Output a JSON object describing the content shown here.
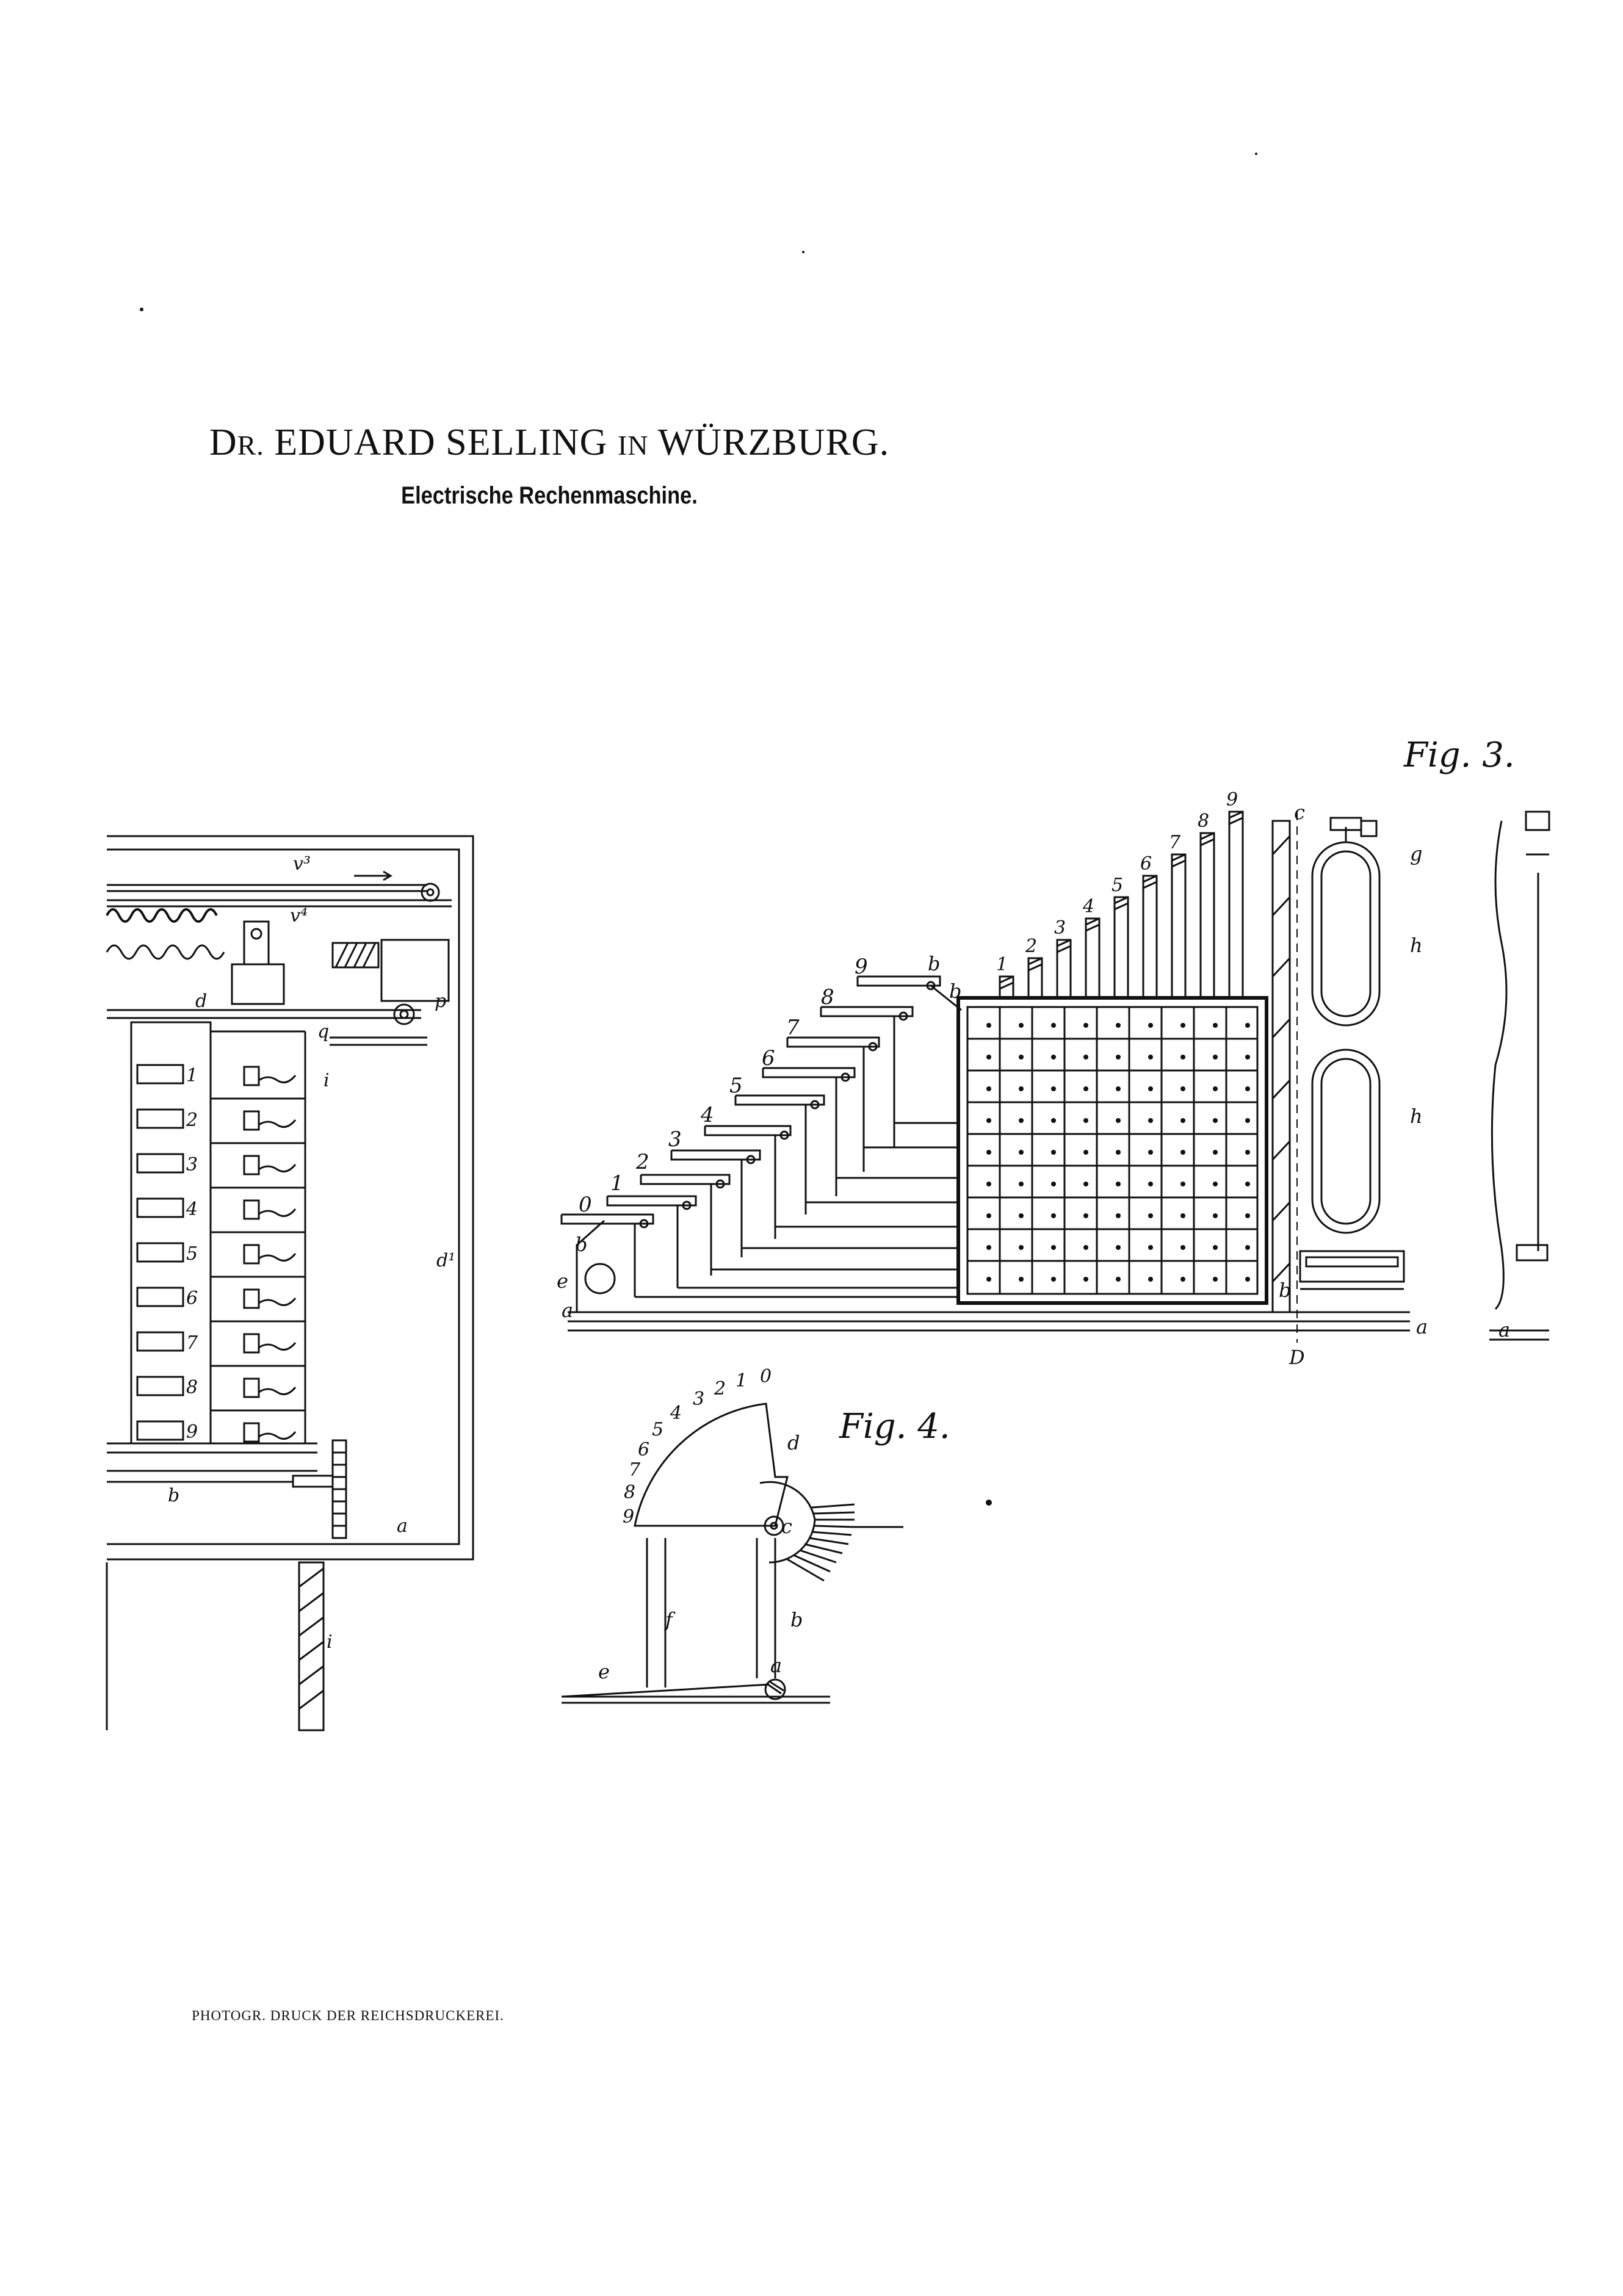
{
  "header": {
    "title_prefix_big": "D",
    "title_prefix_small": "R.",
    "title_name": "EDUARD SELLING",
    "title_in": "IN",
    "title_city": "WÜRZBURG.",
    "subtitle": "Electrische Rechenmaschine."
  },
  "figures": {
    "fig3_label": "Fig. 3.",
    "fig4_label": "Fig. 4."
  },
  "fig2_keys": [
    "1",
    "2",
    "3",
    "4",
    "5",
    "6",
    "7",
    "8",
    "9"
  ],
  "fig2_letters": {
    "v3": "v³",
    "v4": "v⁴",
    "d": "d",
    "a": "a",
    "b": "b",
    "q": "q",
    "d1": "d¹",
    "p": "p",
    "i": "i"
  },
  "fig3_staircase_numbers": [
    "0",
    "1",
    "2",
    "3",
    "4",
    "5",
    "6",
    "7",
    "8",
    "9"
  ],
  "fig3_top_numbers": [
    "1",
    "2",
    "3",
    "4",
    "5",
    "6",
    "7",
    "8",
    "9"
  ],
  "fig3_letters": {
    "a": "a",
    "b": "b",
    "c": "c",
    "D": "D",
    "e": "e",
    "g": "g",
    "h": "h"
  },
  "fig4_dial_numbers": [
    "9",
    "8",
    "7",
    "6",
    "5",
    "4",
    "3",
    "2",
    "1",
    "0"
  ],
  "fig4_letters": {
    "a": "a",
    "b": "b",
    "c": "c",
    "d": "d",
    "e": "e",
    "f": "f"
  },
  "footer": {
    "text": "PHOTOGR. DRUCK DER REICHSDRUCKEREI."
  }
}
